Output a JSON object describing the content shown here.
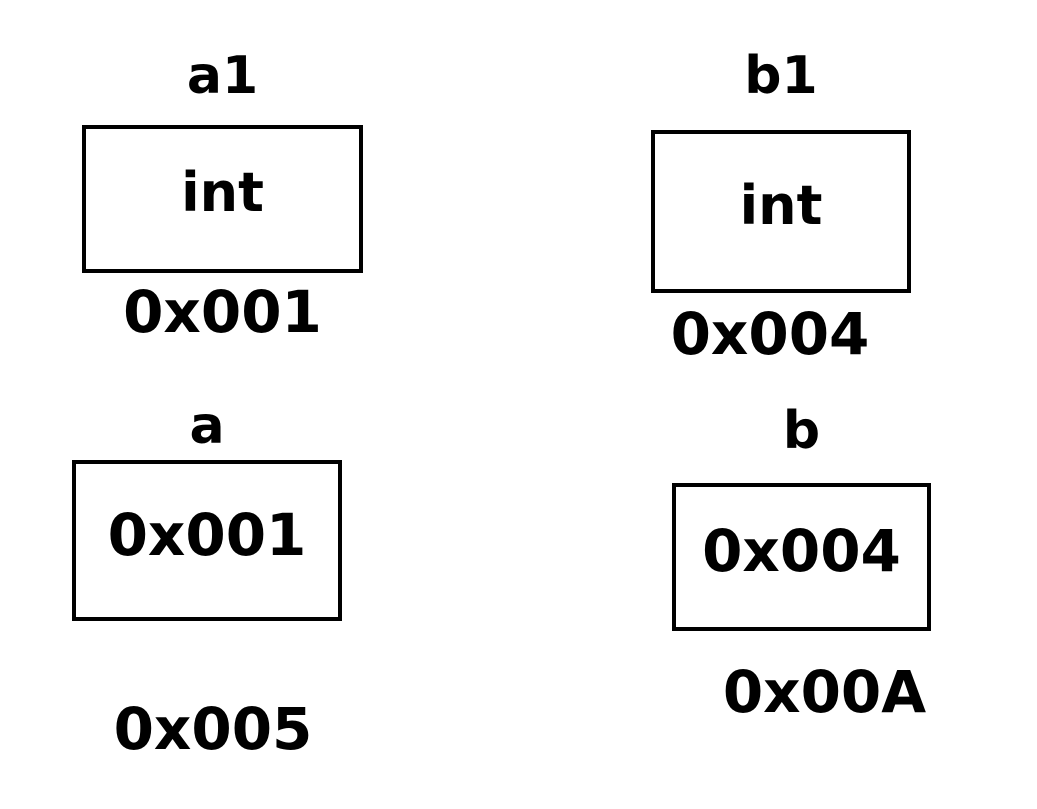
{
  "diagram": {
    "title": "pointer-memory-diagram",
    "background_color": "#ffffff",
    "stroke_color": "#000000",
    "text_color": "#000000",
    "variables": [
      {
        "key": "a1",
        "name": "a1",
        "value": "int",
        "address": "0x001"
      },
      {
        "key": "b1",
        "name": "b1",
        "value": "int",
        "address": "0x004"
      },
      {
        "key": "a",
        "name": "a",
        "value": "0x001",
        "address": "0x005"
      },
      {
        "key": "b",
        "name": "b",
        "value": "0x004",
        "address": "0x00A"
      }
    ]
  }
}
